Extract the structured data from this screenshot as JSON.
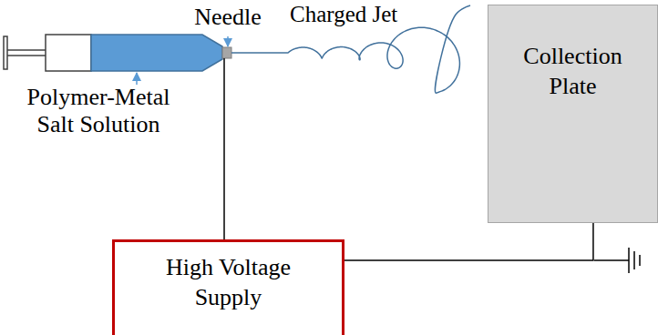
{
  "diagram": {
    "nodes": [
      {
        "text": [
          "Collection Plate"
        ]
      },
      {
        "text": [
          "High Voltage Supply"
        ]
      }
    ],
    "edges": [
      {
        "from": 1,
        "to": 0,
        "arrow": "none"
      }
    ],
    "labels": [
      "Needle",
      "Charged Jet",
      "Polymer-Metal Salt Solution"
    ]
  }
}
